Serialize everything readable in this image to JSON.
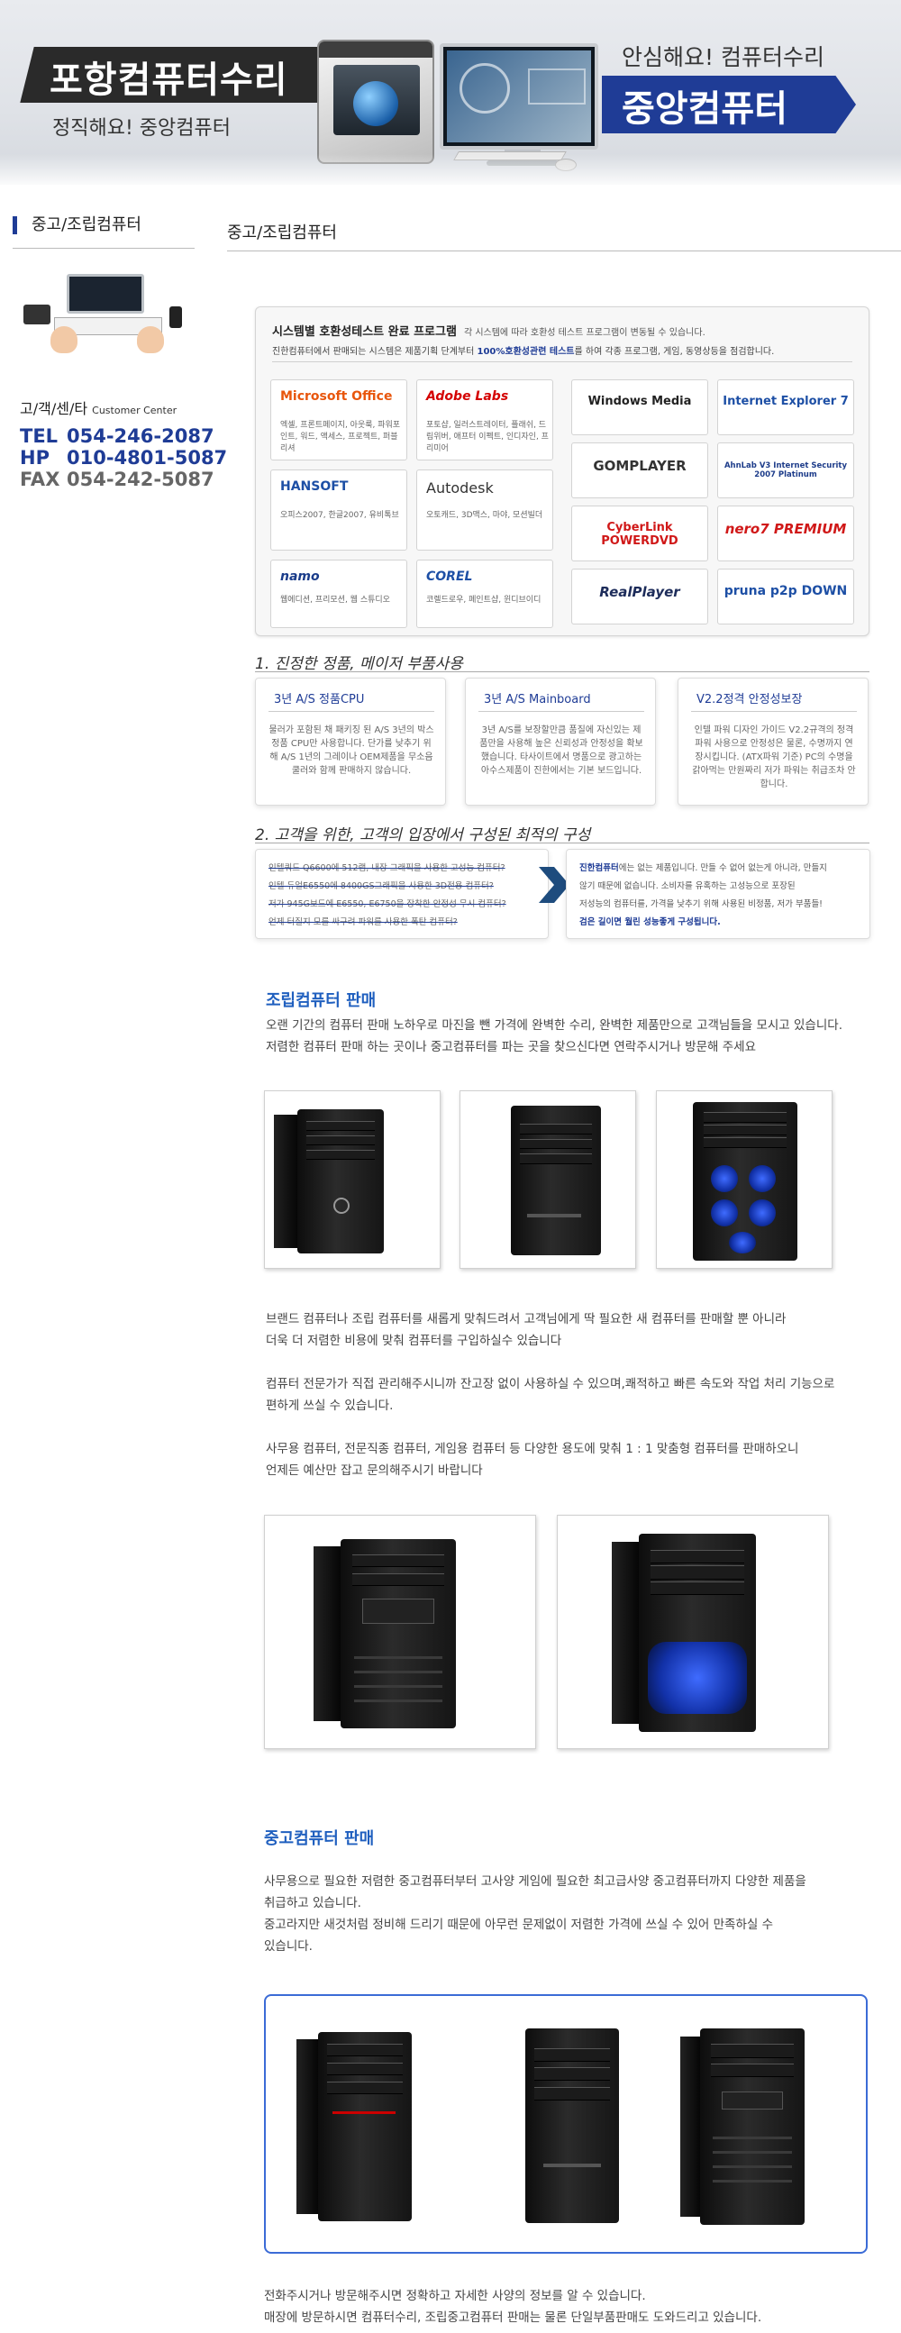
{
  "banner": {
    "title_left": "포항컴퓨터수리",
    "sub_left": "정직해요! 중앙컴퓨터",
    "title_right_top": "안심해요! 컴퓨터수리",
    "title_right": "중앙컴퓨터"
  },
  "sidebar": {
    "title": "중고/조립컴퓨터",
    "customer_center": "고/객/센/타",
    "customer_center_en": "Customer Center",
    "contacts": [
      {
        "label": "TEL",
        "value": "054-246-2087"
      },
      {
        "label": "HP",
        "value": "010-4801-5087"
      },
      {
        "label": "FAX",
        "value": "054-242-5087"
      }
    ]
  },
  "main": {
    "title": "중고/조립컴퓨터",
    "compat": {
      "title": "시스템별 호환성테스트 완료 프로그램",
      "title_note": "각 시스템에 따라 호환성 테스트 프로그램이 변동될 수 있습니다.",
      "desc_pre": "진한컴퓨터에서 판매되는 시스템은 제품기획 단계부터 ",
      "desc_bold": "100%호환성관련 테스트",
      "desc_post": "를 하여 각종 프로그램, 게임, 동영상등을 점검합니다.",
      "cards": [
        {
          "logo": "Microsoft Office",
          "desc": "엑셀, 프론트페이지, 아웃룩, 파워포인트, 워드, 액세스, 프로젝트, 퍼블리셔"
        },
        {
          "logo": "Adobe Labs",
          "desc": "포토샵, 일러스트레이터, 플래쉬, 드림위버, 애프터 이펙트, 인디자인, 프리미어"
        },
        {
          "logo": "HANSOFT",
          "desc": "오피스2007, 한글2007, 유비톡브"
        },
        {
          "logo": "Autodesk",
          "desc": "오토캐드, 3D맥스, 마야, 모션빌더"
        },
        {
          "logo": "namo",
          "desc": "웹에디션, 프리모션, 웹 스튜디오"
        },
        {
          "logo": "COREL",
          "desc": "코렐드로우, 페인트샵, 윈디브이디"
        }
      ],
      "small_cards": [
        "Windows Media",
        "Internet Explorer 7",
        "GOMPLAYER",
        "AhnLab V3 Internet Security 2007 Platinum",
        "CyberLink POWERDVD",
        "nero7 PREMIUM",
        "RealPlayer",
        "pruna p2p DOWN"
      ]
    },
    "section1": {
      "heading": "1. 진정한 정품, 메이저 부품사용",
      "boxes": [
        {
          "title": "3년 A/S 정품CPU",
          "desc": "물러가 포함된 채 패키징 된 A/S 3년의 박스정품 CPU만 사용합니다. 단가를 낮추기 위해 A/S 1년의 그레이나 OEM제품을 무소음 쿨러와 함께 판매하지 않습니다."
        },
        {
          "title": "3년 A/S Mainboard",
          "desc": "3년 A/S를 보장할만큼 품질에 자신있는 제품만을 사용해 높은 신뢰성과 안정성을 확보했습니다. 타사이트에서 명품으로 광고하는 아수스제품이 진한에서는 기본 보드입니다."
        },
        {
          "title": "V2.2정격 안정성보장",
          "desc": "인텔 파워 디자인 가이드 V2.2규격의 정격파워 사용으로 안정성은 물론, 수명까지 연장시킵니다. (ATX파워 기준) PC의 수명을 갉아먹는 만원짜리 저가 파워는 취급조차 안합니다."
        }
      ]
    },
    "section2": {
      "heading": "2. 고객을 위한, 고객의 입장에서 구성된 최적의 구성",
      "wrong_lines": [
        "인텔쿼드 Q6600에 512램, 내장 그래픽을 사용한 고성능 컴퓨터?",
        "인텔 듀얼E6550에 8400GS그래픽을 사용한 3D전용 컴퓨터?",
        "저가 945G보드에 E6550, E6750을 장착한 안정성 무시 컴퓨터?",
        "언제 터질지 모를 싸구려 파워를 사용한 폭탄 컴퓨터?"
      ],
      "right_lines": [
        {
          "bold": "진한컴퓨터",
          "text": "에는 없는 제품입니다. 만들 수 없어 없는게 아니라, 만들지"
        },
        {
          "bold": "",
          "text": "않기 때문에 없습니다. 소비자를 유혹하는 고성능으로 포장된"
        },
        {
          "bold": "",
          "text": "저성능의 컴퓨터를, 가격을 낮추기 위해 사용된 비정품, 저가 부품들!"
        },
        {
          "bold": "검은 길이면 월린 성능좋게 구성됩니다.",
          "text": ""
        }
      ]
    },
    "assembly": {
      "heading": "조립컴퓨터 판매",
      "para1": [
        "오랜 기간의 컴퓨터 판매 노하우로 마진을 뺀 가격에 완벽한 수리, 완벽한 제품만으로 고객님들을 모시고 있습니다.",
        "저렴한 컴퓨터 판매 하는 곳이나 중고컴퓨터를 파는 곳을 찾으신다면 연락주시거나 방문해 주세요"
      ],
      "para2": [
        "브랜드 컴퓨터나 조립 컴퓨터를 새롭게 맞춰드려서 고객님에게 딱 필요한 새 컴퓨터를 판매할 뿐 아니라",
        "더욱 더  저렴한 비용에 맞춰 컴퓨터를 구입하실수 있습니다"
      ],
      "para3": [
        "컴퓨터 전문가가 직접 관리해주시니까 잔고장 없이 사용하실 수 있으며,쾌적하고 빠른 속도와 작업 처리 기능으로",
        "편하게 쓰실 수 있습니다."
      ],
      "para4": [
        "사무용 컴퓨터, 전문직종 컴퓨터, 게임용 컴퓨터 등  다양한 용도에 맞춰 1 : 1 맞춤형 컴퓨터를 판매하오니",
        "언제든 예산만 잡고 문의해주시기 바랍니다"
      ]
    },
    "used": {
      "heading": "중고컴퓨터 판매",
      "para1": [
        "사무용으로 필요한 저렴한 중고컴퓨터부터 고사양 게임에 필요한 최고급사양 중고컴퓨터까지 다양한 제품을",
        "취급하고 있습니다.",
        "중고라지만 새것처럼 정비해 드리기 때문에 아무런 문제없이 저렴한 가격에 쓰실 수 있어 만족하실 수",
        "있습니다."
      ],
      "para2": [
        "전화주시거나 방문해주시면 정확하고 자세한 사양의 정보를 알 수 있습니다.",
        "매장에 방문하시면 컴퓨터수리, 조립중고컴퓨터 판매는 물론 단일부품판매도 도와드리고 있습니다."
      ]
    }
  }
}
